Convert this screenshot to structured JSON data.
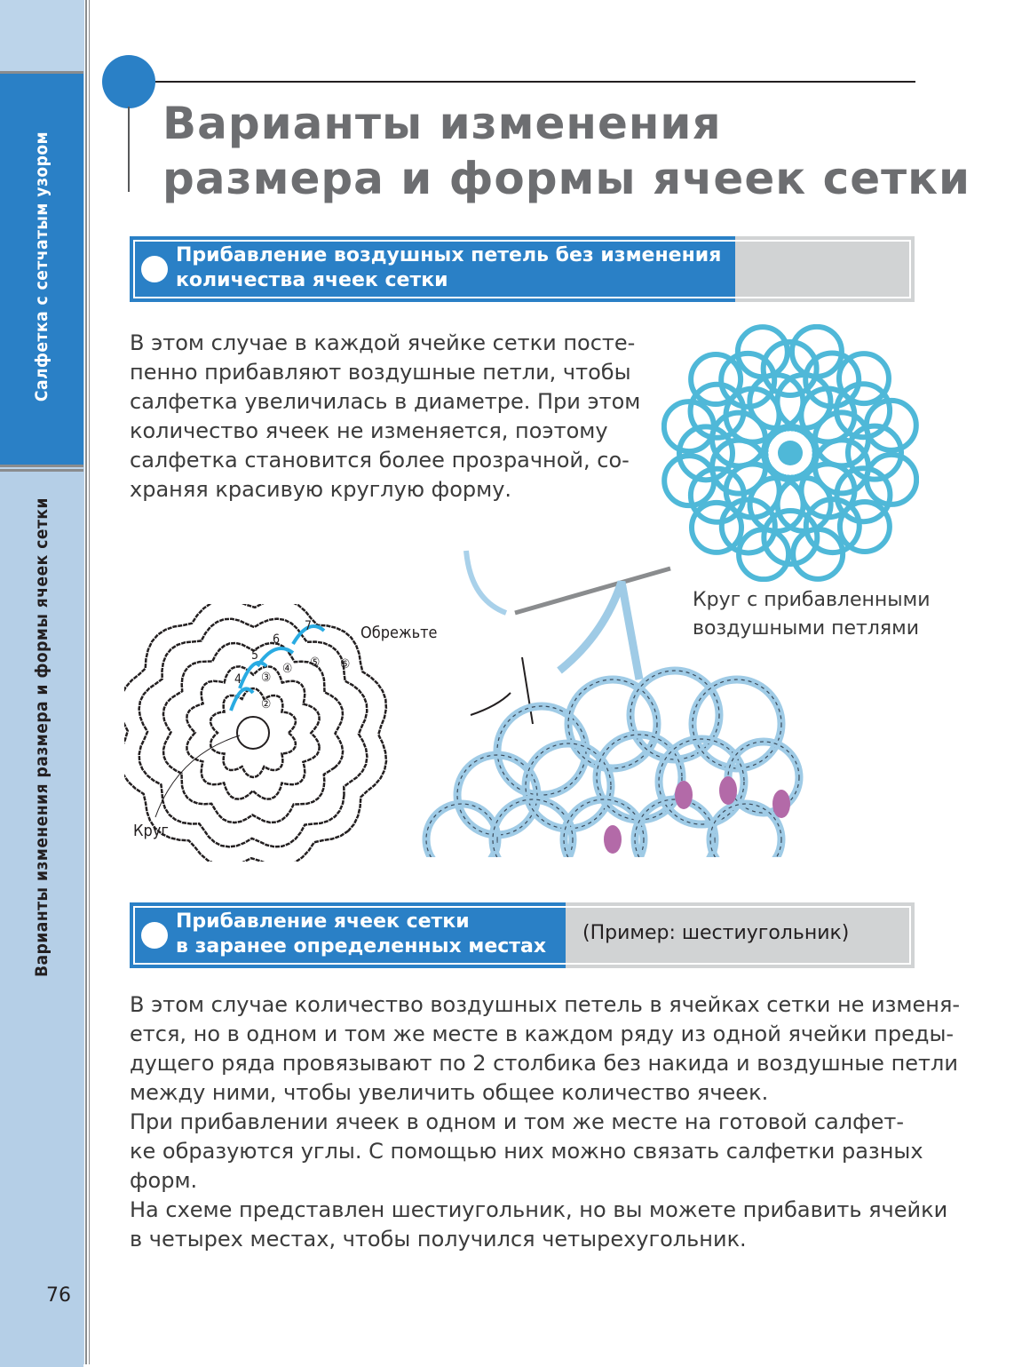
{
  "sidebar": {
    "tab_top": "Салфетка с сетчатым узором",
    "tab_bottom": "Варианты изменения размера и формы ячеек сетки",
    "page_number": "76"
  },
  "title": {
    "line1": "Варианты изменения",
    "line2": "размера и формы ячеек сетки"
  },
  "section1": {
    "heading_line1": "Прибавление воздушных петель без изменения",
    "heading_line2": "количества ячеек сетки",
    "paragraph_lines": [
      "В этом случае в каждой ячейке сетки посте-",
      "пенно прибавляют воздушные петли, чтобы",
      "салфетка увеличилась в диаметре. При этом",
      "количество ячеек не изменяется, поэтому",
      "салфетка становится более прозрачной, со-",
      "храняя красивую круглую форму."
    ],
    "photo_caption_line1": "Круг с прибавленными",
    "photo_caption_line2": "воздушными петлями",
    "diagram": {
      "label_cut": "Обрежьте",
      "label_ring": "Круг",
      "row_numbers": [
        "4",
        "5",
        "6",
        "7"
      ],
      "circled_numbers": [
        "②",
        "③",
        "④",
        "⑤",
        "⑥"
      ]
    }
  },
  "section2": {
    "heading_line1": "Прибавление ячеек сетки",
    "heading_line2": "в заранее определенных местах",
    "note": "(Пример: шестиугольник)",
    "paragraph_lines": [
      "В этом случае количество воздушных петель в ячейках сетки не изменя-",
      "ется, но в одном и том же месте в каждом ряду из одной ячейки преды-",
      "дущего ряда провязывают по 2 столбика без накида и воздушные петли",
      "между ними, чтобы увеличить общее количество ячеек.",
      "При прибавлении ячеек в одном и том же месте на готовой салфет-",
      "ке образуются углы. С помощью них можно связать салфетки разных",
      "форм.",
      "На схеме представлен шестиугольник, но вы можете прибавить ячейки",
      "в четырех местах, чтобы получился четырехугольник."
    ]
  },
  "colors": {
    "accent": "#2a80c6",
    "title": "#6d6e71",
    "yarn": "#4fb8d8",
    "diagram_highlight": "#29abe2"
  }
}
